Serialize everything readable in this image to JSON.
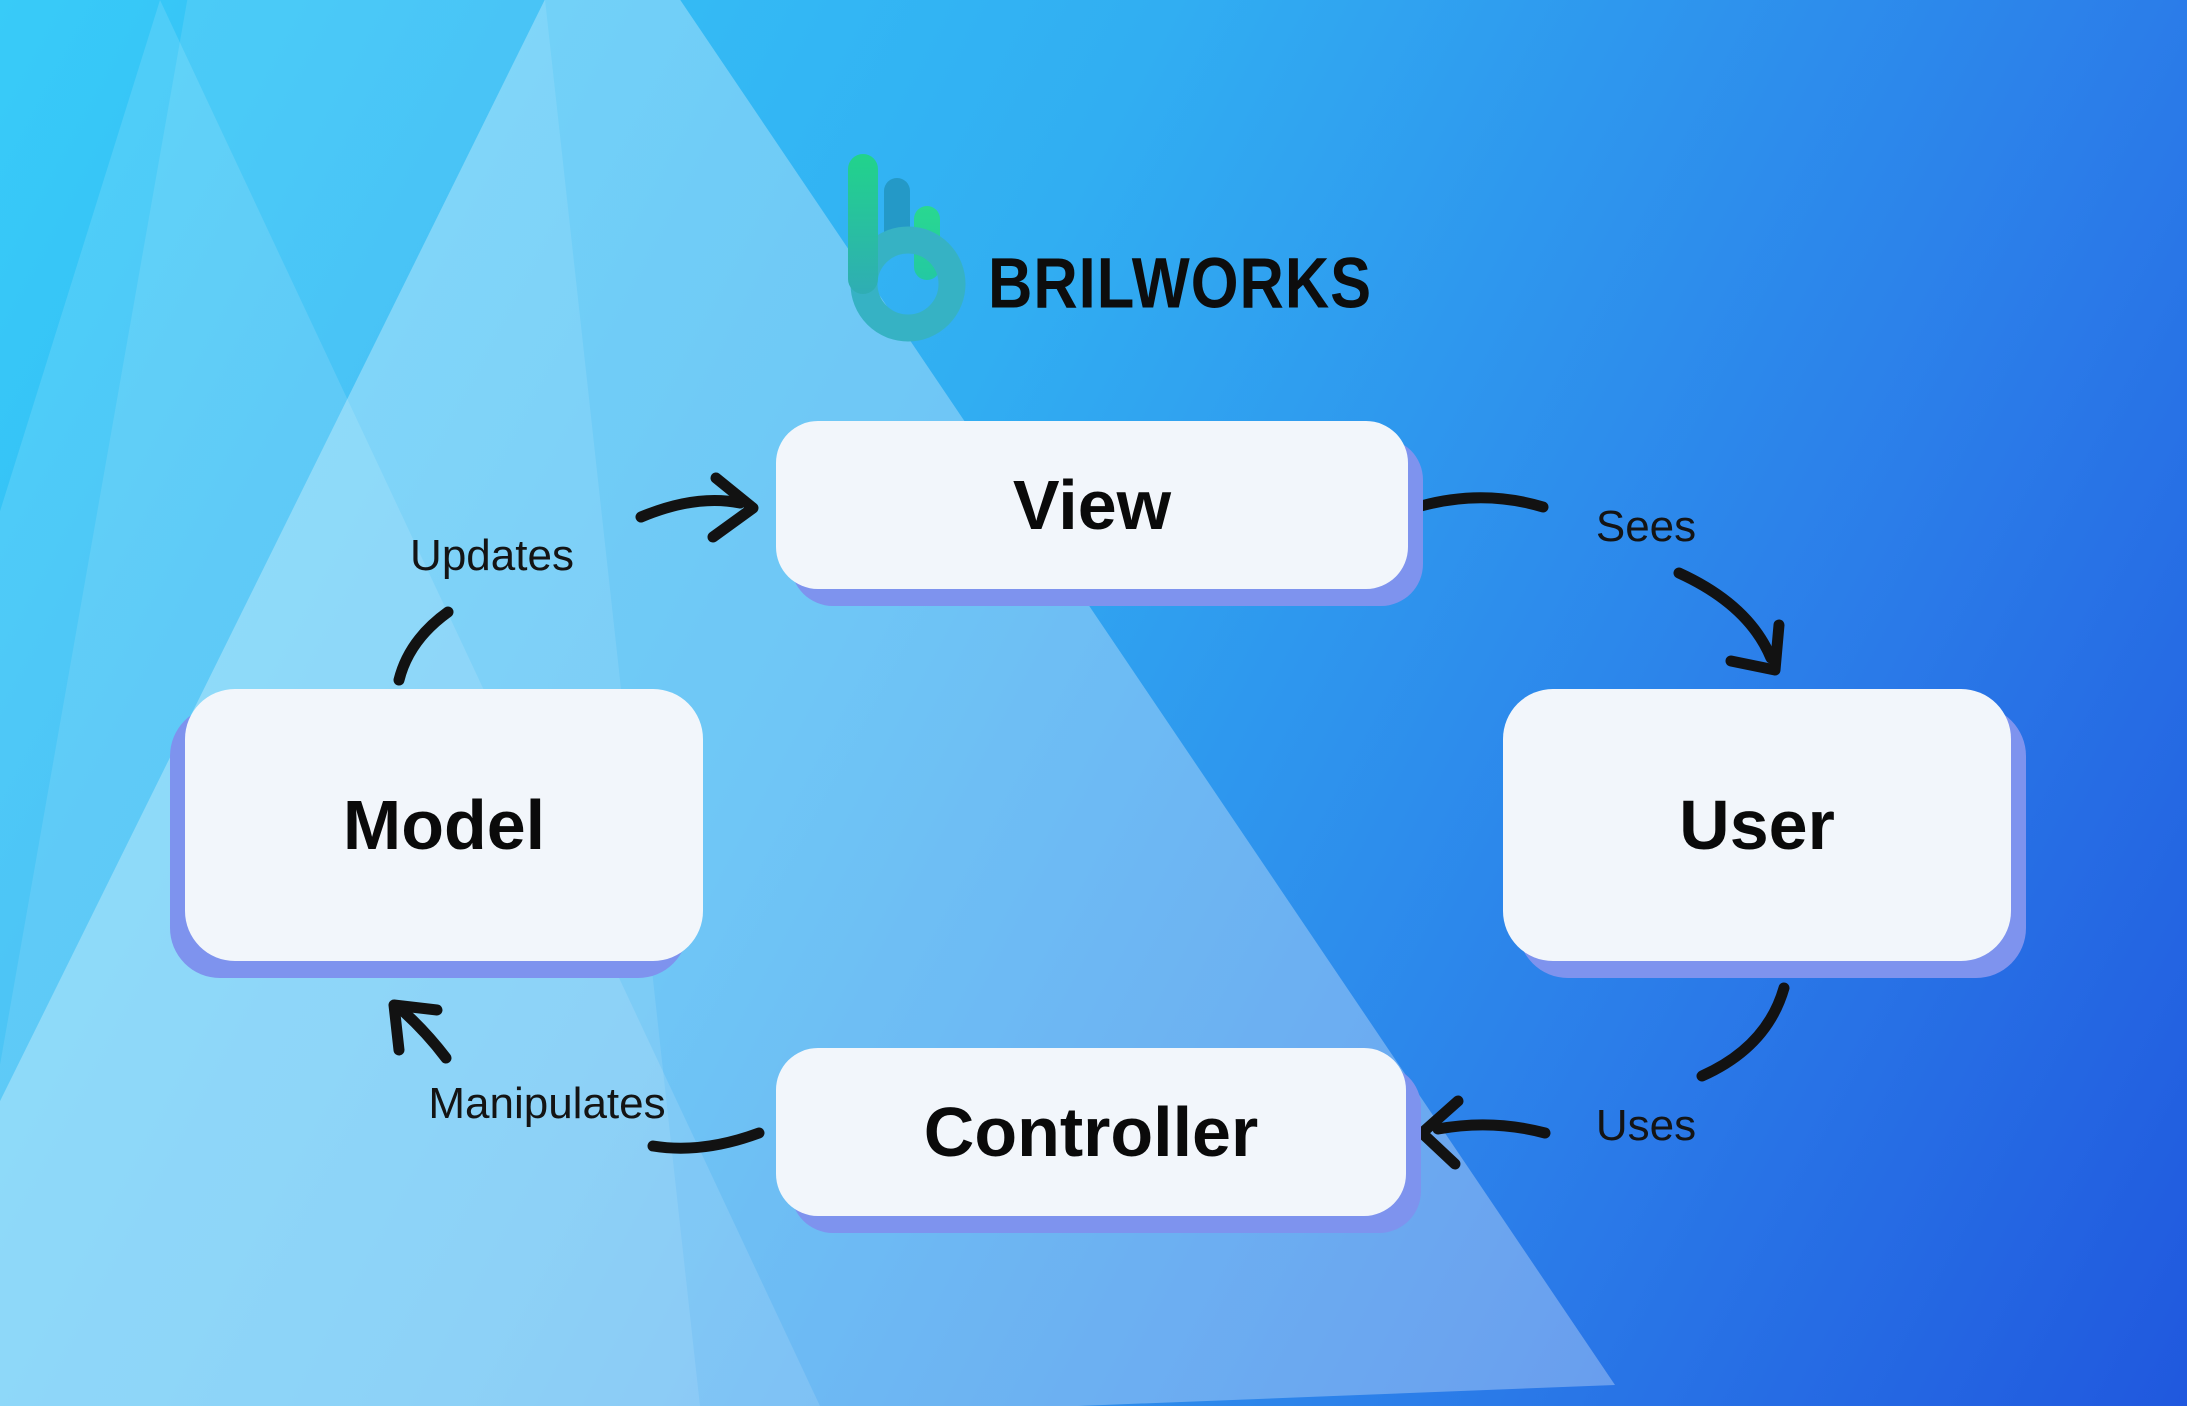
{
  "logo": {
    "brand": "BRILWORKS"
  },
  "diagram": {
    "type": "cycle-diagram",
    "nodes": [
      {
        "id": "view",
        "label": "View"
      },
      {
        "id": "model",
        "label": "Model"
      },
      {
        "id": "user",
        "label": "User"
      },
      {
        "id": "controller",
        "label": "Controller"
      }
    ],
    "edges": [
      {
        "from": "model",
        "to": "view",
        "label": "Updates"
      },
      {
        "from": "view",
        "to": "user",
        "label": "Sees"
      },
      {
        "from": "user",
        "to": "controller",
        "label": "Uses"
      },
      {
        "from": "controller",
        "to": "model",
        "label": "Manipulates"
      }
    ]
  },
  "colors": {
    "background_top_left": "#38cbf8",
    "background_bottom_right": "#2058de",
    "triangle_overlay": "#ffffff",
    "node_fill": "#f2f6fb",
    "node_shadow": "#7e93ee",
    "node_text": "#0a0a0a",
    "arrow": "#121212",
    "logo_text": "#0d0d0d",
    "logo_green": "#21d38b",
    "logo_teal": "#36b2c4"
  }
}
